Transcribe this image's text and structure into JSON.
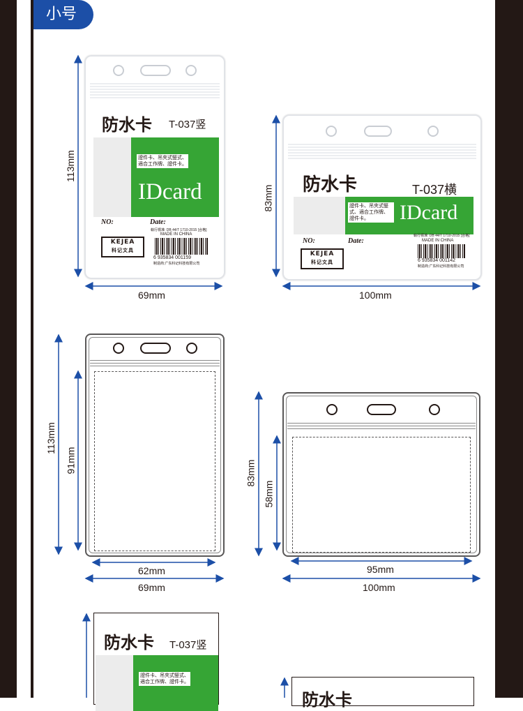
{
  "section": {
    "tab_label": "小号"
  },
  "insert": {
    "title": "防水卡",
    "model_vertical": "T-037竖",
    "model_horizontal": "T-037横",
    "description": "證件卡、吊夾式竪式、適合工作牌、證件卡。",
    "idcard": "IDcard",
    "no_label": "NO:",
    "date_label": "Date:",
    "standard": "執行標准: DB 44/T 1710-2015 [合格]",
    "made_in": "MADE IN CHINA",
    "barcode_number": "6 935834 001159",
    "barcode_number_h": "6 935834 001142",
    "manufacturer": "制造商:广东科记科技有限公司",
    "logo_text": "KEJEA",
    "logo_sub": "科记文具"
  },
  "dimensions": {
    "v_height": "113mm",
    "v_width": "69mm",
    "h_height": "83mm",
    "h_width": "100mm",
    "v_inner_height": "91mm",
    "v_inner_width": "62mm",
    "h_inner_height": "58mm",
    "h_inner_width": "95mm"
  },
  "colors": {
    "accent_blue": "#1c4fa7",
    "insert_green": "#36a535",
    "frame_dark": "#231815"
  }
}
